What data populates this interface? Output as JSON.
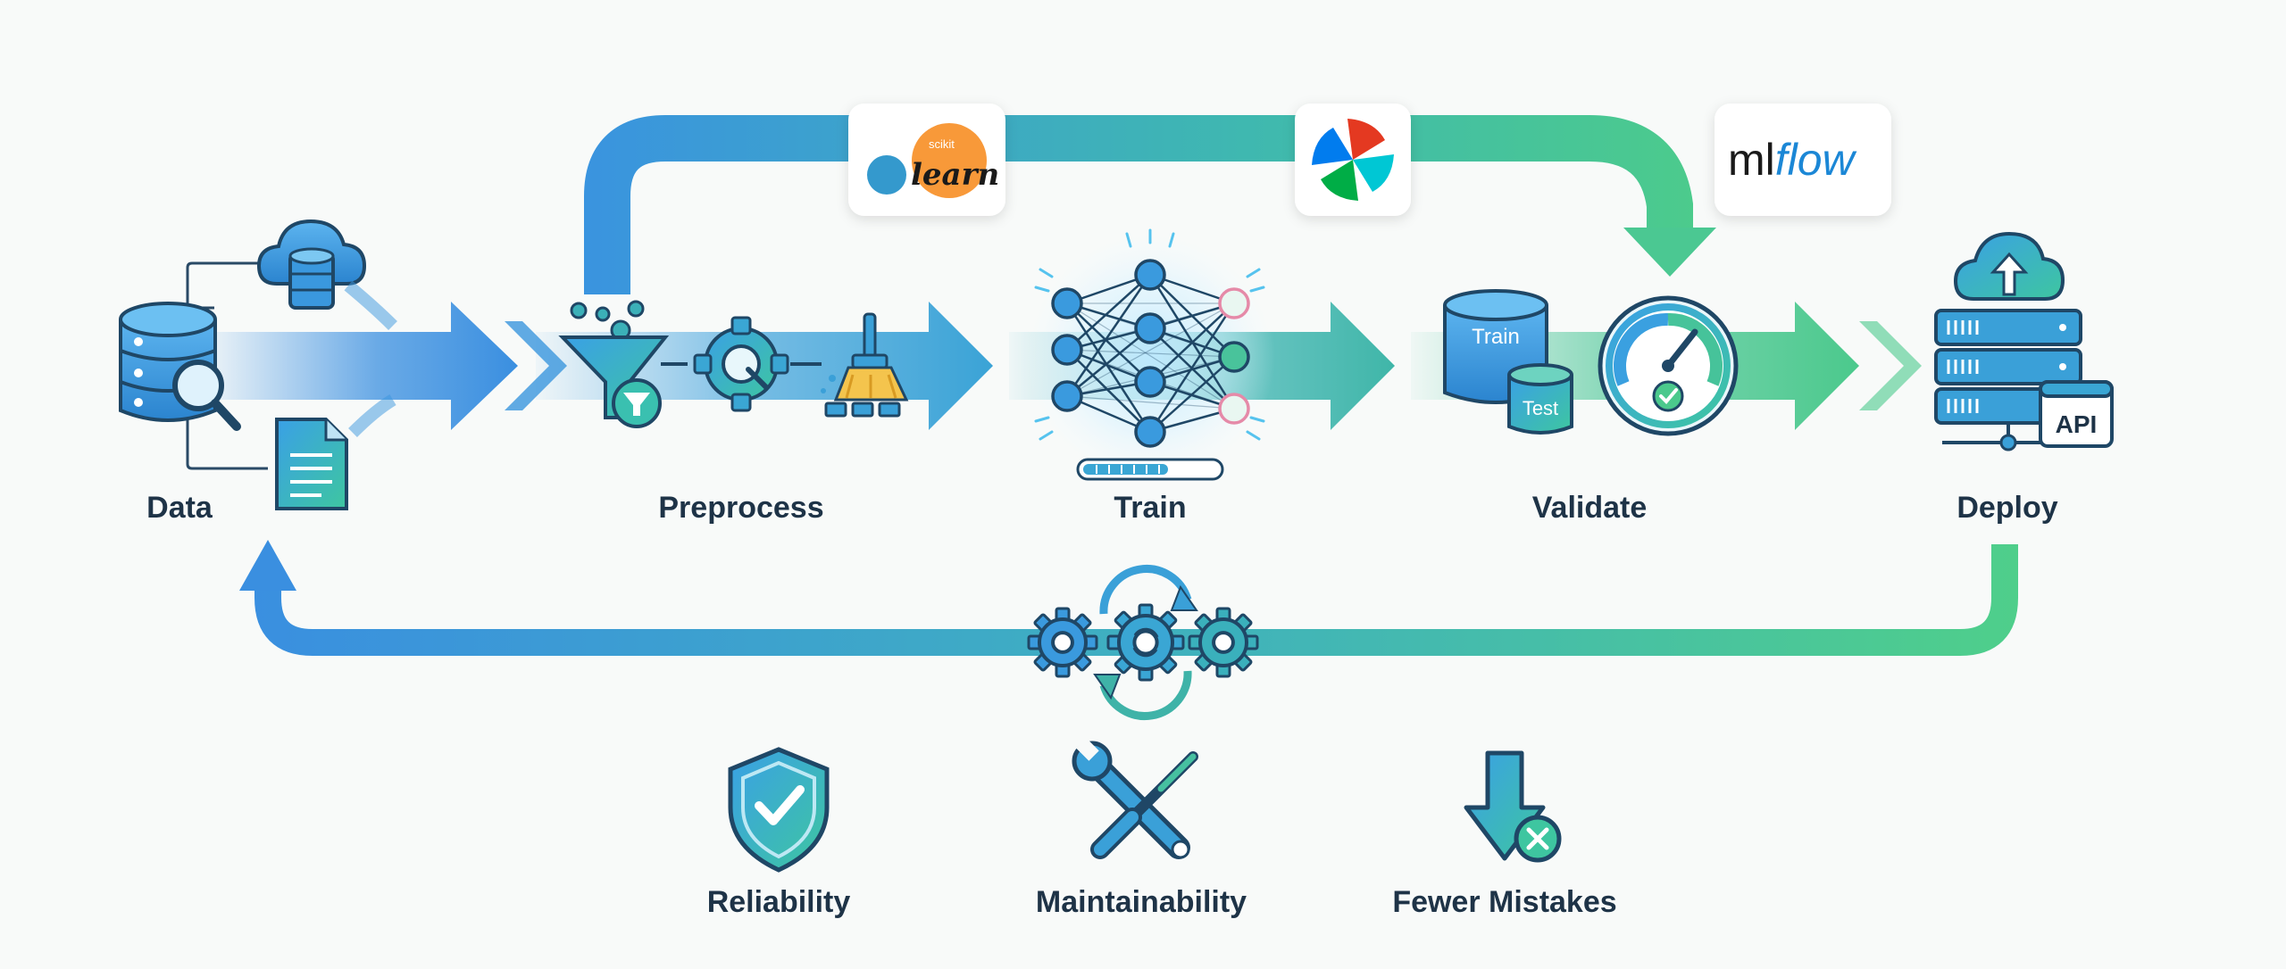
{
  "stages": [
    {
      "id": "data",
      "label": "Data"
    },
    {
      "id": "preprocess",
      "label": "Preprocess"
    },
    {
      "id": "train",
      "label": "Train"
    },
    {
      "id": "validate",
      "label": "Validate"
    },
    {
      "id": "deploy",
      "label": "Deploy"
    }
  ],
  "tools": {
    "sklearn": {
      "small": "scikit",
      "main": "learn"
    },
    "airflow": {
      "name": "airflow-pinwheel-logo"
    },
    "mlflow": {
      "ml": "ml",
      "flow": "flow"
    }
  },
  "validate_split": {
    "train": "Train",
    "test": "Test"
  },
  "deploy_badge": "API",
  "benefits": [
    {
      "label": "Reliability",
      "icon": "shield-check-icon"
    },
    {
      "label": "Maintainability",
      "icon": "wrench-screwdriver-icon"
    },
    {
      "label": "Fewer Mistakes",
      "icon": "arrow-down-x-icon"
    }
  ],
  "colors": {
    "blue": "#3b8fdc",
    "teal": "#3fb3a8",
    "green": "#4ccb8c",
    "ink": "#1e3347",
    "outline": "#1f4766"
  }
}
